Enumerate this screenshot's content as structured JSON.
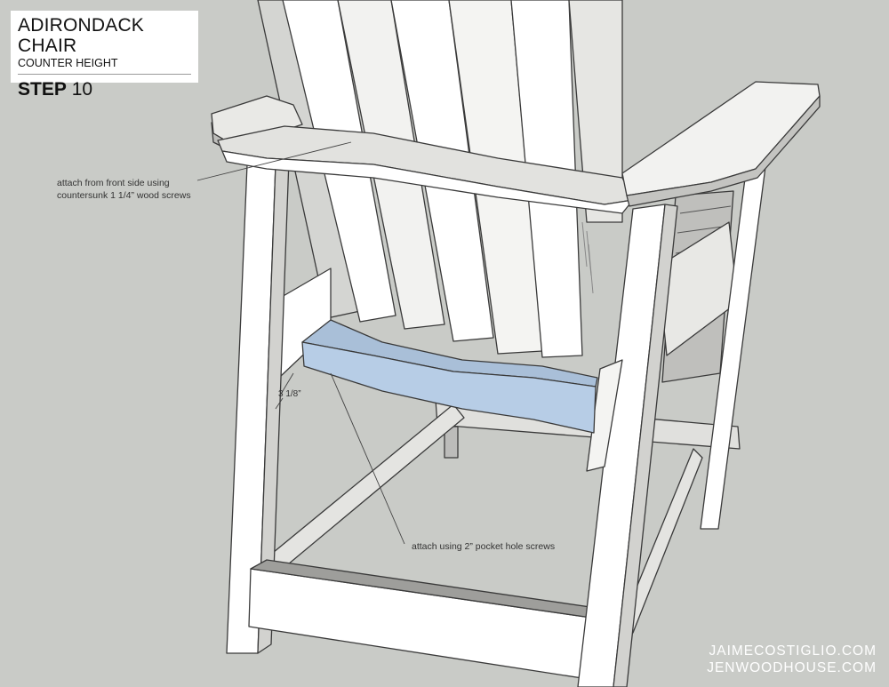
{
  "title": {
    "main": "ADIRONDACK CHAIR",
    "sub": "COUNTER HEIGHT",
    "step_word": "STEP",
    "step_number": "10"
  },
  "annotations": {
    "armrest_note_line1": "attach from front side using",
    "armrest_note_line2": "countersunk 1 1/4” wood screws",
    "pocket_note": "attach using 2” pocket hole screws",
    "dimension": "3 1/8”"
  },
  "credits": {
    "line1": "JAIMECOSTIGLIO.COM",
    "line2": "JENWOODHOUSE.COM"
  },
  "colors": {
    "background": "#c9cbc7",
    "wood_face": "#ffffff",
    "wood_shade": "#d9d9d6",
    "outline": "#3a3a3a",
    "highlight_part": "#b7cde6"
  }
}
